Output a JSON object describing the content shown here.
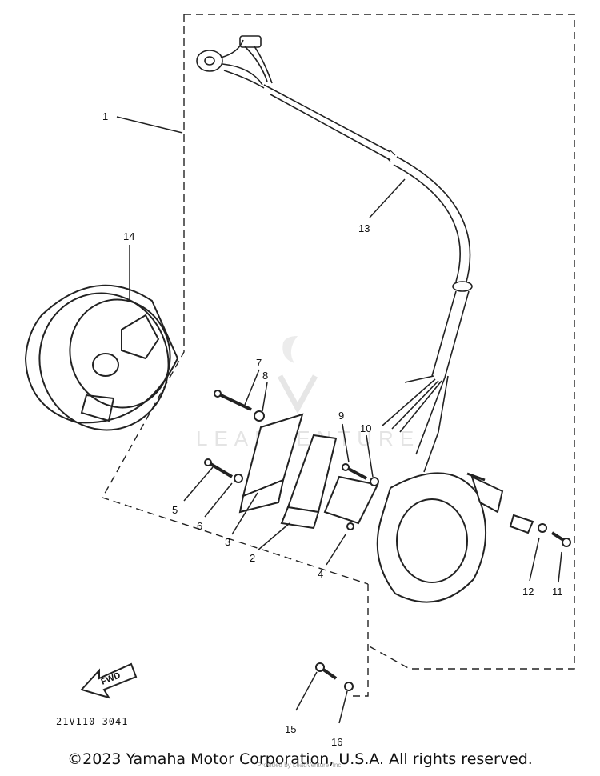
{
  "diagram": {
    "callouts": [
      "1",
      "2",
      "3",
      "4",
      "5",
      "6",
      "7",
      "8",
      "9",
      "10",
      "11",
      "12",
      "13",
      "14",
      "15",
      "16"
    ],
    "part_code": "21V110-3041",
    "fwd_label": "FWD",
    "watermark": "LEADVENTURE"
  },
  "footer": {
    "copyright": "©2023 Yamaha Motor Corporation, U.S.A. All rights reserved.",
    "provided_by": "Provided by LeadVenture, Inc."
  }
}
